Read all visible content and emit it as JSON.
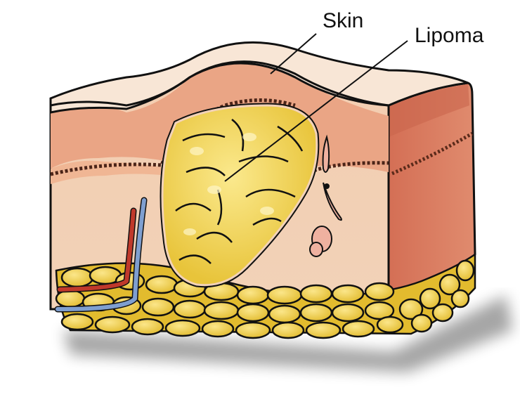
{
  "figure": {
    "title": "Lipoma cross-section of skin",
    "labels": [
      {
        "id": "skin",
        "text": "Skin",
        "points_to": "epidermis surface bump"
      },
      {
        "id": "lipoma",
        "text": "Lipoma",
        "points_to": "encapsulated fatty mass in dermis"
      }
    ],
    "structures": [
      "epidermis",
      "dermis",
      "lipoma capsule",
      "fat lobules",
      "subcutaneous fat layer",
      "artery",
      "vein",
      "hair follicle",
      "sweat gland"
    ],
    "colors": {
      "epidermis": "#f7e2cf",
      "dermis_upper": "#e9a584",
      "dermis_lower": "#f0c8aa",
      "side_face": "#d9785a",
      "lipoma": "#f2d24e",
      "lipoma_highlight": "#fbe98d",
      "fat": "#efd056",
      "artery": "#c0392b",
      "vein": "#7f9fd0",
      "outline": "#111111"
    }
  }
}
